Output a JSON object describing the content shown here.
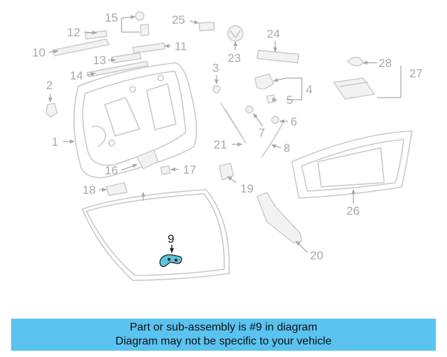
{
  "diagram": {
    "highlighted_callout": "9",
    "highlight_color": "#5fc4de",
    "part_color": "#c9c9c9",
    "callouts": [
      "1",
      "2",
      "3",
      "4",
      "5",
      "6",
      "7",
      "8",
      "9",
      "10",
      "11",
      "12",
      "13",
      "14",
      "15",
      "16",
      "17",
      "18",
      "19",
      "20",
      "21",
      "23",
      "24",
      "25",
      "26",
      "27",
      "28"
    ]
  },
  "banner": {
    "line1": "Part or sub-assembly is #9 in diagram",
    "line2": "Diagram may not be specific to your vehicle",
    "background": "#5bc3f0"
  }
}
